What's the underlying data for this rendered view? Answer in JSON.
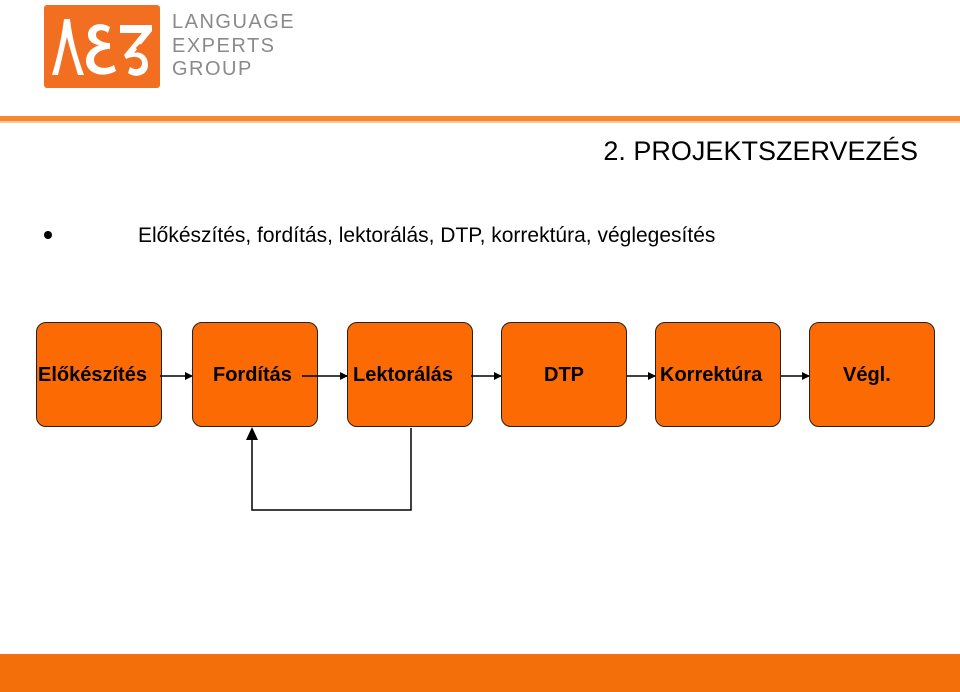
{
  "logo": {
    "line1": "LANGUAGE",
    "line2": "EXPERTS",
    "line3": "GROUP",
    "icon": "lea-logo-mark",
    "color": "#f26f21"
  },
  "slide": {
    "title": "2.  PROJEKTSZERVEZÉS",
    "bullet": "Előkészítés, fordítás, lektorálás, DTP, korrektúra, véglegesítés"
  },
  "steps": [
    {
      "label": "Előkészítés"
    },
    {
      "label": "Fordítás"
    },
    {
      "label": "Lektorálás"
    },
    {
      "label": "DTP"
    },
    {
      "label": "Korrektúra"
    },
    {
      "label": "Végl."
    }
  ],
  "colors": {
    "box_fill": "#fb6a03",
    "accent_bar": "#f26f0a"
  }
}
